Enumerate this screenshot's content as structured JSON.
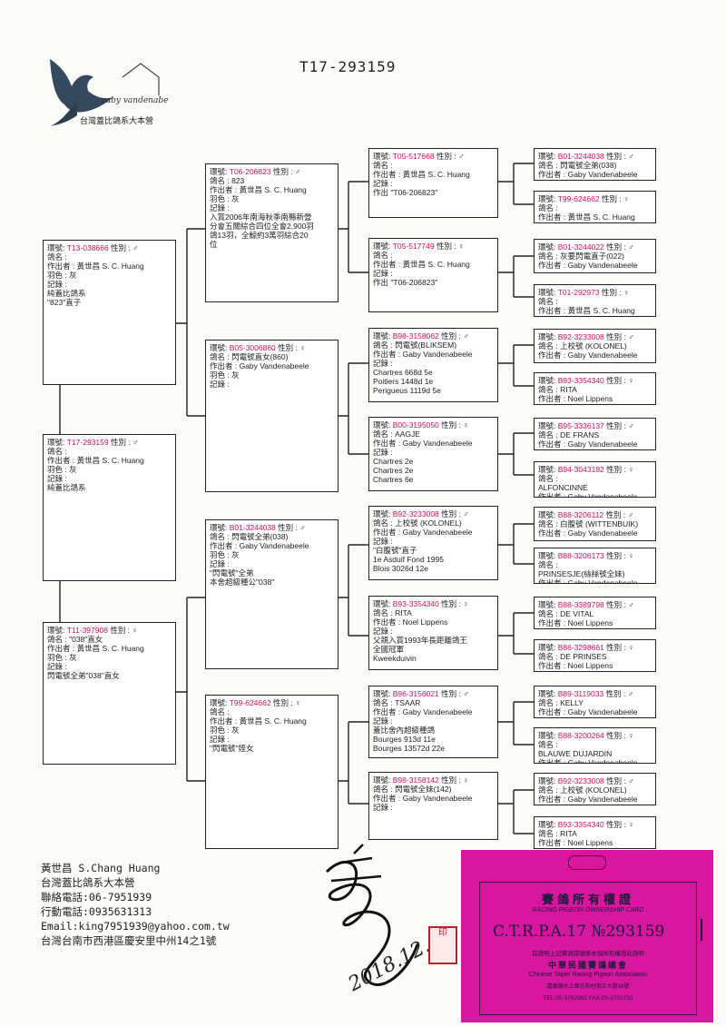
{
  "title": "T17-293159",
  "logo": {
    "script": "gaby vandenabeele",
    "org": "台灣蓋比鴿系大本營"
  },
  "boxes": {
    "p0": {
      "ring": "T17-293159",
      "lines": [
        "環號:",
        "性別 : ♂",
        "鴿名 :",
        "作出者 : 黃世昌 S. C. Huang",
        "羽色 : 灰",
        "記錄 :",
        "純蓋比鴿系"
      ]
    },
    "p1": {
      "ring": "T13-038666",
      "lines": [
        "環號:",
        "性別 : ♂",
        "鴿名 :",
        "作出者 : 黃世昌 S. C. Huang",
        "羽色 : 灰",
        "記錄 :",
        "純蓋比鴿系",
        "\"823\"直子"
      ]
    },
    "p2": {
      "ring": "T11-397908",
      "lines": [
        "環號:",
        "性別 : ♀",
        "鴿名 : \"038\"直女",
        "作出者 : 黃世昌 S. C. Huang",
        "羽色 : 灰",
        "記錄 :",
        "閃電號全弟\"038\"直女"
      ]
    },
    "p3": {
      "ring": "T06-206823",
      "lines": [
        "環號:",
        "性別 : ♂",
        "鴿名 : 823",
        "作出者 : 黃世昌 S. C. Huang",
        "羽色 : 灰",
        "記錄 :",
        "入賞2006年南海秋季南縣新營",
        "分會五關綜合四位全會2,900羽",
        "鴿13羽，全鯨約3萬羽綜合20",
        "位"
      ]
    },
    "p4": {
      "ring": "B05-3006860",
      "lines": [
        "環號:",
        "性別 : ♀",
        "鴿名 : 閃電號直女(860)",
        "作出者 : Gaby Vandenabeele",
        "羽色 : 灰",
        "記錄 :"
      ]
    },
    "p5": {
      "ring": "B01-3244038",
      "lines": [
        "環號:",
        "性別 : ♂",
        "鴿名 : 閃電號全弟(038)",
        "作出者 : Gaby Vandenabeele",
        "羽色 : 灰",
        "記錄 :",
        "\"閃電號\"全弟",
        "本舍超級種公\"038\""
      ]
    },
    "p6": {
      "ring": "T99-624662",
      "lines": [
        "環號:",
        "性別 : ♀",
        "鴿名 :",
        "作出者 : 黃世昌 S. C. Huang",
        "羽色 : 灰",
        "記錄 :",
        "\"閃電號\"姪女"
      ]
    },
    "p7": {
      "ring": "T05-517668",
      "lines": [
        "環號:",
        "性別 : ♂",
        "鴿名 :",
        "作出者 : 黃世昌 S. C. Huang",
        "記錄 :",
        "作出 \"T06-206823\""
      ]
    },
    "p8": {
      "ring": "T05-517749",
      "lines": [
        "環號:",
        "性別 : ♀",
        "鴿名 :",
        "作出者 : 黃世昌 S. C. Huang",
        "記錄 :",
        "作出 \"T06-206823\""
      ]
    },
    "p9": {
      "ring": "B98-3158062",
      "lines": [
        "環號:",
        "性別 : ♂",
        "鴿名 : 閃電號(BLIKSEM)",
        "作出者 : Gaby Vandenabeele",
        "記錄 :",
        "Chartres 668d 5e",
        "Poitiers 1448d 1e",
        "Perigueus 1119d 5e"
      ]
    },
    "p10": {
      "ring": "B00-3195050",
      "lines": [
        "環號:",
        "性別 : ♀",
        "鴿名 : AAGJE",
        "作出者 : Gaby Vandenabeele",
        "記錄 :",
        "Chartres 2e",
        "Chartres 2e",
        "Chartres 6e"
      ]
    },
    "p11": {
      "ring": "B92-3233008",
      "lines": [
        "環號:",
        "性別 : ♂",
        "鴿名 : 上校號 (KOLONEL)",
        "作出者 : Gaby Vandenabeele",
        "記錄 :",
        "\"白腹號\"直子",
        "1e Asduif Fond 1995",
        "Blois 3026d 12e"
      ]
    },
    "p12": {
      "ring": "B93-3354340",
      "lines": [
        "環號:",
        "性別 : ♀",
        "鴿名 : RITA",
        "作出者 : Noel Lippens",
        "記錄 :",
        "父親入賞1993年長距離鴿王",
        "全國冠軍",
        "Kweekduivin"
      ]
    },
    "p13": {
      "ring": "B96-3156021",
      "lines": [
        "環號:",
        "性別 : ♂",
        "鴿名 : TSAAR",
        "作出者 : Gaby Vandenabeele",
        "記錄 :",
        "蓋比舍內超級種鴿",
        "Bourges 913d 11e",
        "Bourges 13572d 22e"
      ]
    },
    "p14": {
      "ring": "B98-3158142",
      "lines": [
        "環號:",
        "性別 : ♀",
        "鴿名 : 閃電號全妹(142)",
        "作出者 : Gaby Vandenabeele",
        "記錄 :"
      ]
    },
    "p15": {
      "ring": "B01-3244038",
      "lines": [
        "環號:",
        "性別 : ♂",
        "鴿名 : 閃電號全弟(038)",
        "作出者 : Gaby Vandenabeele"
      ]
    },
    "p16": {
      "ring": "T99-624662",
      "lines": [
        "環號:",
        "性別 : ♀",
        "鴿名 :",
        "作出者 : 黃世昌 S. C. Huang"
      ]
    },
    "p17": {
      "ring": "B01-3244022",
      "lines": [
        "環號:",
        "性別 : ♂",
        "鴿名 : 灰要閃電直子(022)",
        "作出者 : Gaby Vandenabeele"
      ]
    },
    "p18": {
      "ring": "T01-292973",
      "lines": [
        "環號:",
        "性別 : ♀",
        "鴿名 :",
        "作出者 : 黃世昌 S. C. Huang"
      ]
    },
    "p19": {
      "ring": "B92-3233008",
      "lines": [
        "環號:",
        "性別 : ♂",
        "鴿名 : 上校號 (KOLONEL)",
        "作出者 : Gaby Vandenabeele"
      ]
    },
    "p20": {
      "ring": "B93-3354340",
      "lines": [
        "環號:",
        "性別 : ♀",
        "鴿名 : RITA",
        "作出者 : Noel Lippens"
      ]
    },
    "p21": {
      "ring": "B95-3336137",
      "lines": [
        "環號:",
        "性別 : ♂",
        "鴿名 : DE FRANS",
        "作出者 : Gaby Vandenabeele"
      ]
    },
    "p22": {
      "ring": "B94-3043182",
      "lines": [
        "環號:",
        "性別 : ♀",
        "鴿名 :",
        "ALFONCINNE",
        "作出者 : Gaby Vandenabeele"
      ]
    },
    "p23": {
      "ring": "B88-3206112",
      "lines": [
        "環號:",
        "性別 : ♂",
        "鴿名 : 白腹號 (WITTENBUIK)",
        "作出者 : Gaby Vandenabeele"
      ]
    },
    "p24": {
      "ring": "B88-3206173",
      "lines": [
        "環號:",
        "性別 : ♀",
        "鴿名 :",
        "PRINSESJE(絲絲號全妹)",
        "作出者 : Gaby Vandenabeele"
      ]
    },
    "p25": {
      "ring": "B88-3389798",
      "lines": [
        "環號:",
        "性別 : ♂",
        "鴿名 : DE VITAL",
        "作出者 : Noel Lippens"
      ]
    },
    "p26": {
      "ring": "B86-3298661",
      "lines": [
        "環號:",
        "性別 : ♀",
        "鴿名 : DE PRINSES",
        "作出者 : Noel Lippens"
      ]
    },
    "p27": {
      "ring": "B89-3119033",
      "lines": [
        "環號:",
        "性別 : ♂",
        "鴿名 : KELLY",
        "作出者 : Gaby Vandenabeele"
      ]
    },
    "p28": {
      "ring": "B88-3200264",
      "lines": [
        "環號:",
        "性別 : ♀",
        "鴿名 :",
        "BLAUWE DUJARDIN",
        "作出者 : Gaby Vandenabeele"
      ]
    },
    "p29": {
      "ring": "B92-3233008",
      "lines": [
        "環號:",
        "性別 : ♂",
        "鴿名 : 上校號 (KOLONEL)",
        "作出者 : Gaby Vandenabeele"
      ]
    },
    "p30": {
      "ring": "B93-3354340",
      "lines": [
        "環號:",
        "性別 : ♀",
        "鴿名 : RITA",
        "作出者 : Noel Lippens"
      ]
    }
  },
  "footer": {
    "name": "黃世昌 S.Chang Huang",
    "org": "台灣蓋比鴿系大本營",
    "tel": "聯絡電話:06-7951939",
    "mobile": "行動電話:0935631313",
    "email": "Email:king7951939@yahoo.com.tw",
    "address": "台灣台南市西港區慶安里中州14之1號"
  },
  "card": {
    "title": "賽鴿所有權證",
    "subtitle": "RACING PIGEON OWNERSHIP CARD",
    "number_line": "C.T.R.P.A.17 №293159",
    "note": "茲證明上記賽鴿環號係本協所有權證此證明",
    "assoc_cn": "中華民國賽鴿總會",
    "assoc_en": "Chinese Taipei Racing Pigeon Association",
    "address": "嘉義縣水上鄉忠和村南正大路38號",
    "contact": "TEL:05-3792991 FAX:05-3701733"
  },
  "signature_date": "2018.12.01",
  "seal_text": "印"
}
